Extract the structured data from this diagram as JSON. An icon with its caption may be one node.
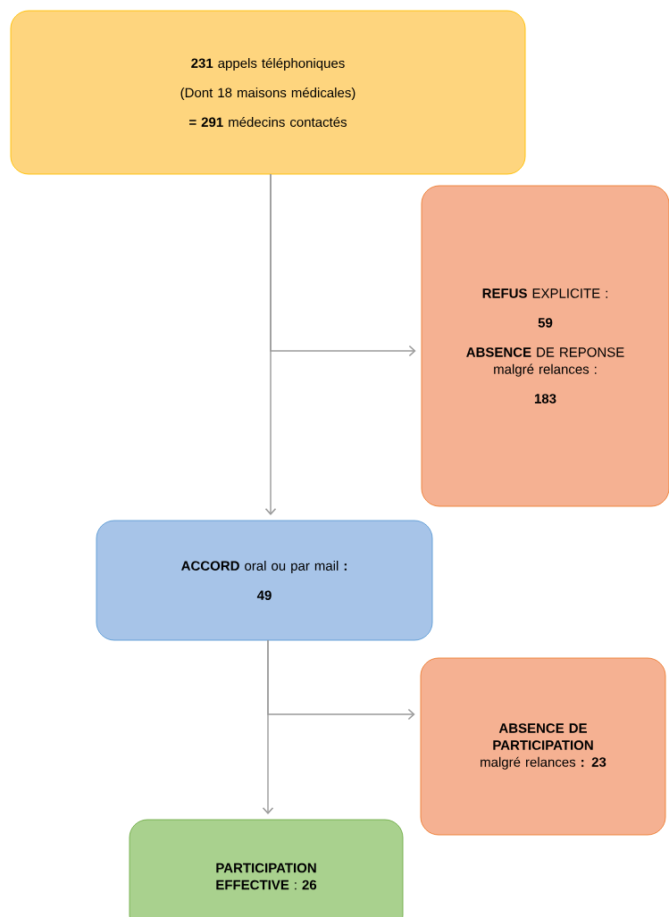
{
  "diagram": {
    "nodes": [
      {
        "text": [
          "**231** appels téléphoniques",
          "(Dont 18 maisons médicales)",
          "**= 291** médecins contactés"
        ]
      },
      {
        "text": [
          "**REFUS** EXPLICITE :",
          "59",
          "**ABSENCE** DE REPONSE malgré relances :",
          "183"
        ]
      },
      {
        "text": [
          "**ACCORD** oral ou par mail **:**",
          "49"
        ]
      },
      {
        "text": [
          "**ABSENCE DE PARTICIPATION** malgré relances **:** **23**"
        ]
      },
      {
        "text": [
          "**PARTICIPATION EFFECTIVE** : **26**"
        ]
      }
    ],
    "edges": [
      {
        "from": 0,
        "to": 1,
        "arrow": "to"
      },
      {
        "from": 0,
        "to": 2,
        "arrow": "to"
      },
      {
        "from": 2,
        "to": 3,
        "arrow": "to"
      },
      {
        "from": 2,
        "to": 4,
        "arrow": "to"
      }
    ]
  }
}
